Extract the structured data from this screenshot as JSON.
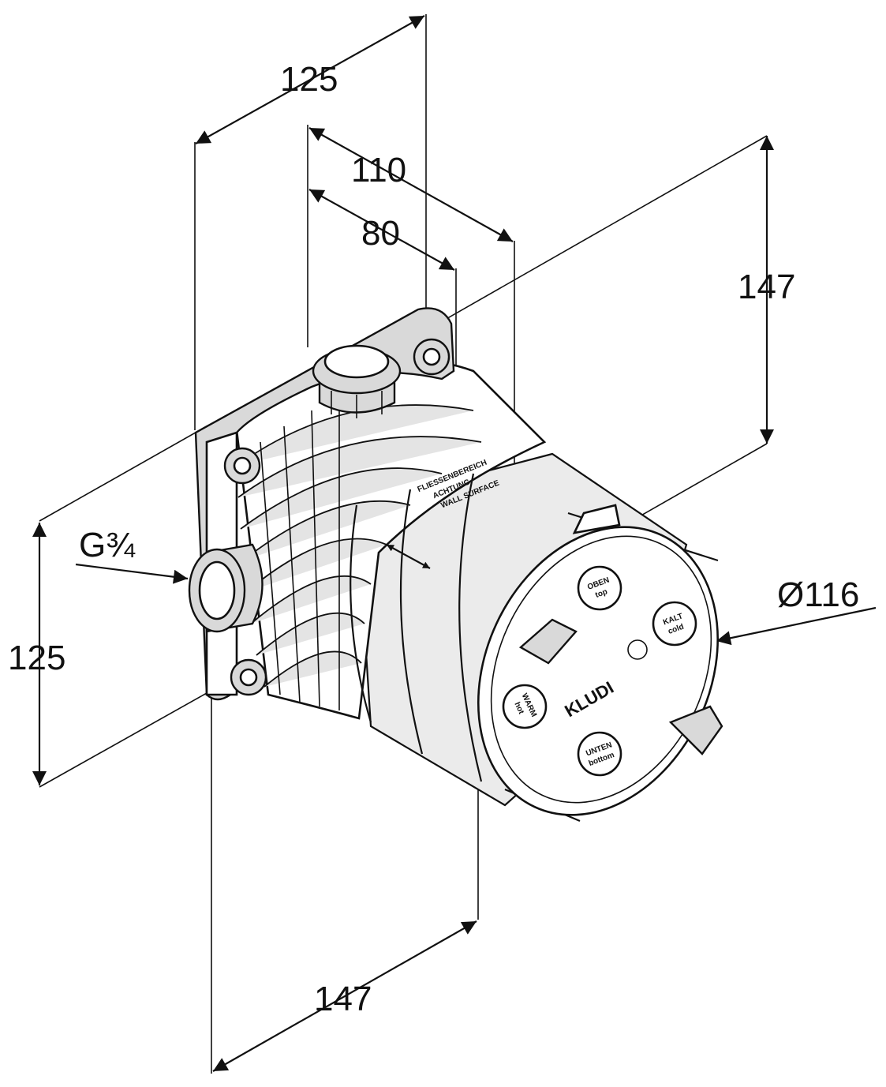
{
  "diagram": {
    "dimensions": {
      "width_top": "125",
      "depth_outer": "110",
      "depth_inner": "80",
      "height_right": "147",
      "height_left": "125",
      "width_bottom": "147",
      "diameter": "Ø116",
      "thread": "G¾"
    },
    "cover_labels": {
      "top": [
        "OBEN",
        "top"
      ],
      "cold": [
        "KALT",
        "cold"
      ],
      "hot": [
        "WARM",
        "hot"
      ],
      "bottom": [
        "UNTEN",
        "bottom"
      ]
    },
    "brand": "KLUDI",
    "side_labels": [
      "FLIESSENBEREICH",
      "ACHTUNG",
      "WALL SURFACE"
    ]
  }
}
